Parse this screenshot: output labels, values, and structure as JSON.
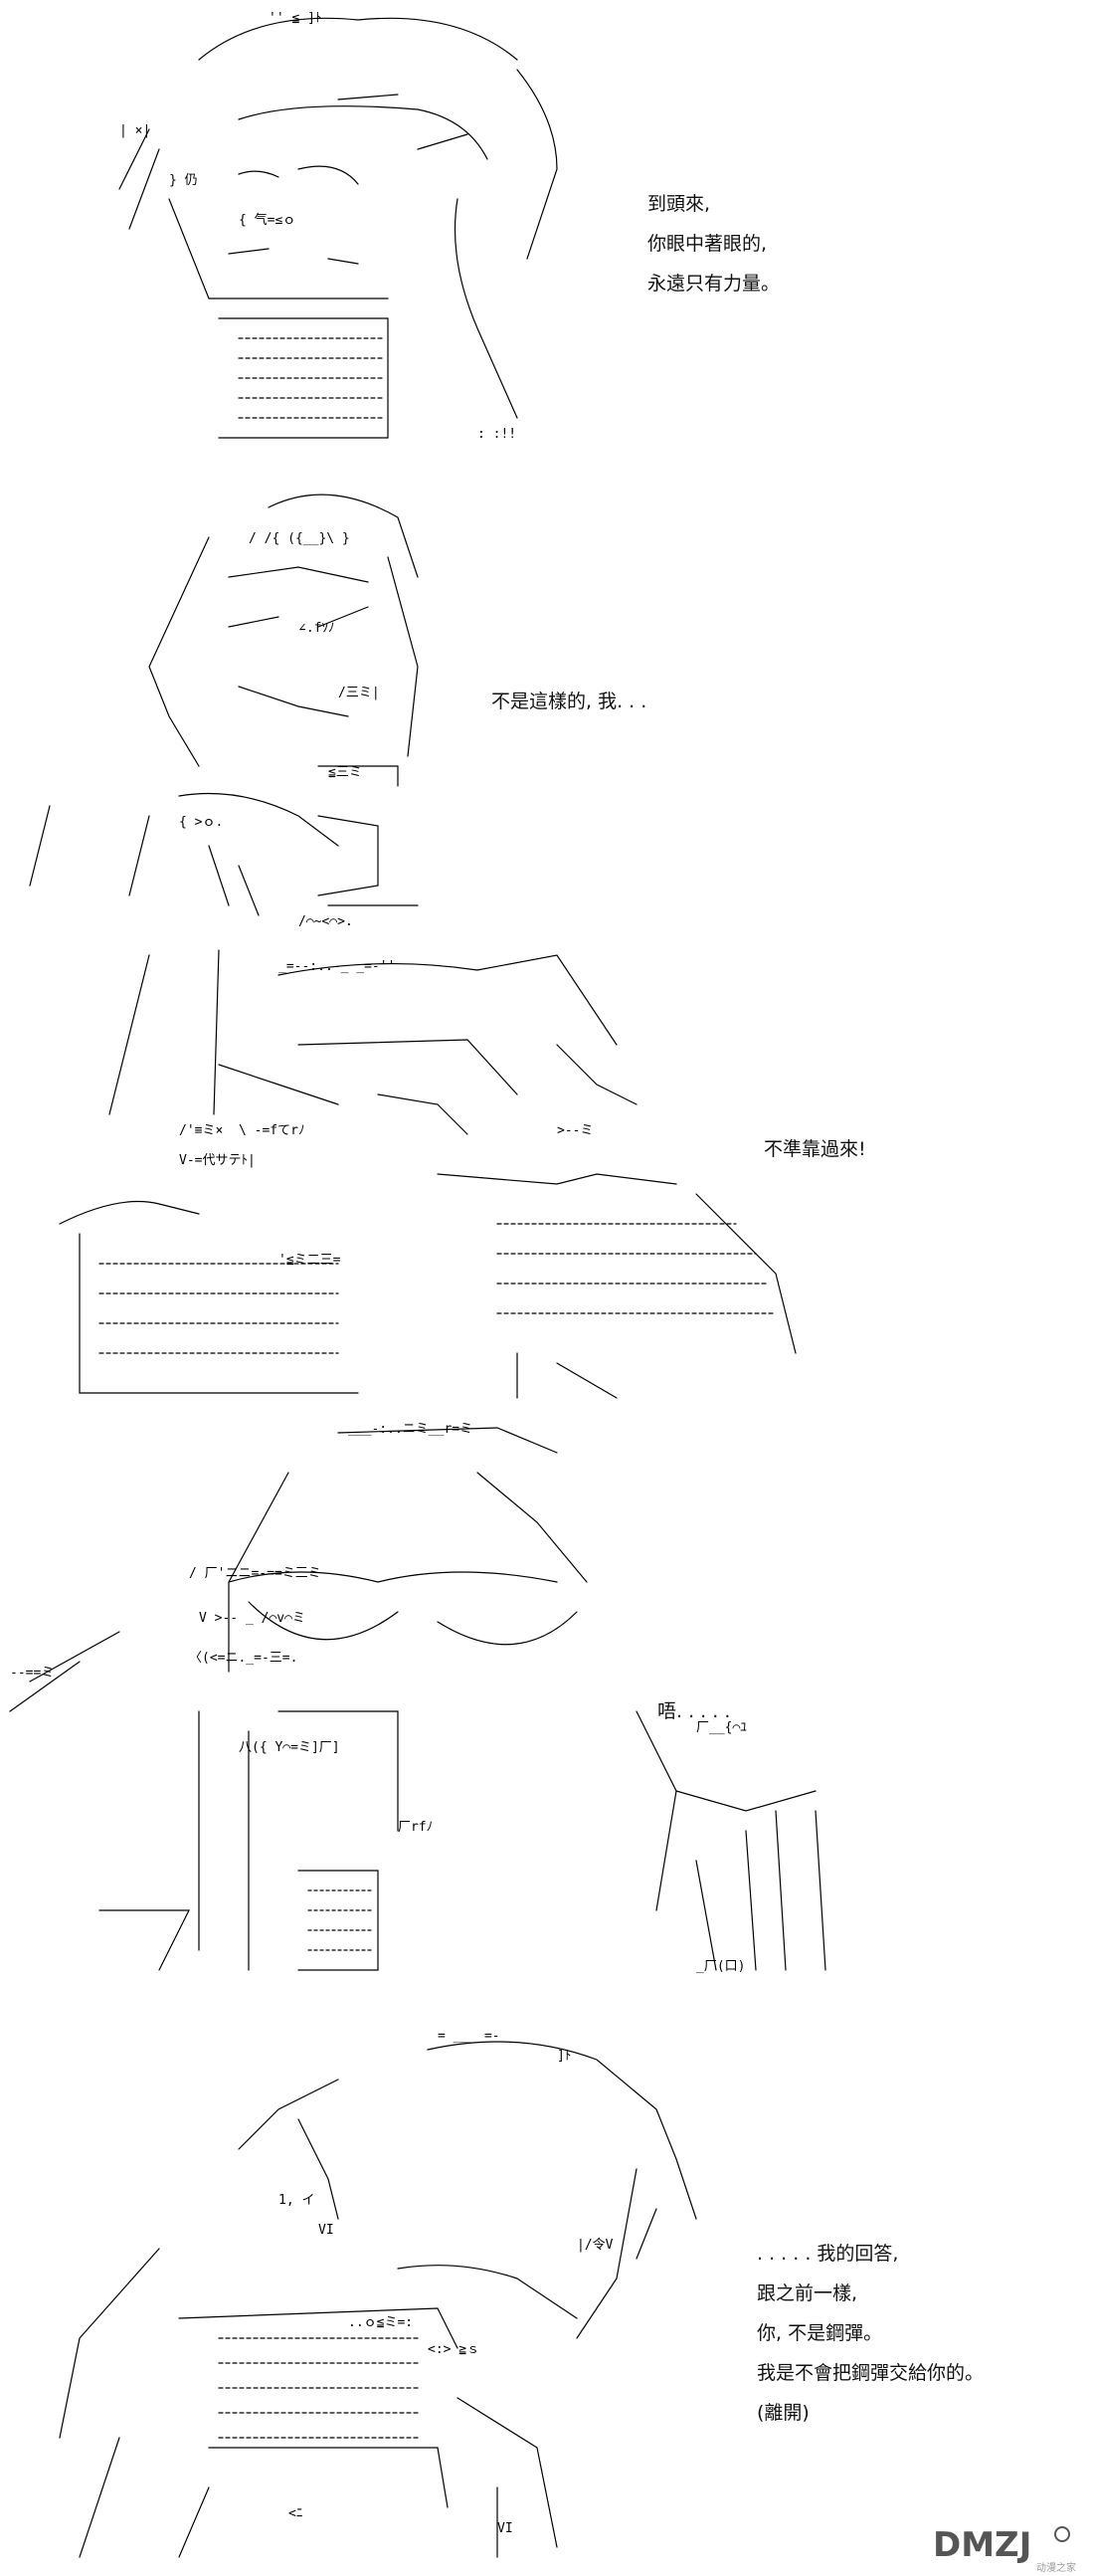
{
  "panels": [
    {
      "lines": [
        "到頭來,",
        "你眼中著眼的,",
        "永遠只有力量。"
      ]
    },
    {
      "lines": [
        "不是這樣的, 我. . ."
      ]
    },
    {
      "lines": [
        "不準靠過來!"
      ]
    },
    {
      "lines": [
        "唔. . . . ."
      ]
    },
    {
      "lines": [
        ". . . . . 我的回答,",
        "跟之前一樣,",
        "你, 不是鋼彈。",
        "我是不會把鋼彈交給你的。",
        "(離開)"
      ]
    }
  ],
  "watermark": {
    "logo_text": "DMZJ",
    "sub_text": "动漫之家"
  },
  "colors": {
    "ink": "#000000",
    "text": "#111111",
    "watermark": "#555555"
  }
}
